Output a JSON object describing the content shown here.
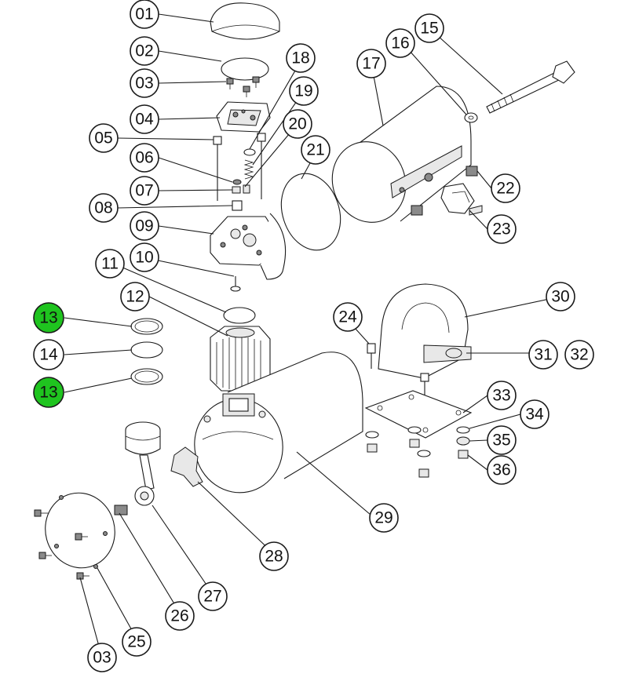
{
  "diagram": {
    "highlight_color": "#1fc41f",
    "callouts": [
      {
        "id": "c01",
        "label": "01"
      },
      {
        "id": "c02",
        "label": "02"
      },
      {
        "id": "c03a",
        "label": "03"
      },
      {
        "id": "c04",
        "label": "04"
      },
      {
        "id": "c05",
        "label": "05"
      },
      {
        "id": "c06",
        "label": "06"
      },
      {
        "id": "c07",
        "label": "07"
      },
      {
        "id": "c08",
        "label": "08"
      },
      {
        "id": "c09",
        "label": "09"
      },
      {
        "id": "c10",
        "label": "10"
      },
      {
        "id": "c11",
        "label": "11"
      },
      {
        "id": "c12",
        "label": "12"
      },
      {
        "id": "c13a",
        "label": "13",
        "highlighted": true
      },
      {
        "id": "c14",
        "label": "14"
      },
      {
        "id": "c13b",
        "label": "13",
        "highlighted": true
      },
      {
        "id": "c15",
        "label": "15"
      },
      {
        "id": "c16",
        "label": "16"
      },
      {
        "id": "c17",
        "label": "17"
      },
      {
        "id": "c18",
        "label": "18"
      },
      {
        "id": "c19",
        "label": "19"
      },
      {
        "id": "c20",
        "label": "20"
      },
      {
        "id": "c21",
        "label": "21"
      },
      {
        "id": "c22",
        "label": "22"
      },
      {
        "id": "c23",
        "label": "23"
      },
      {
        "id": "c24",
        "label": "24"
      },
      {
        "id": "c25",
        "label": "25"
      },
      {
        "id": "c26",
        "label": "26"
      },
      {
        "id": "c27",
        "label": "27"
      },
      {
        "id": "c28",
        "label": "28"
      },
      {
        "id": "c29",
        "label": "29"
      },
      {
        "id": "c30",
        "label": "30"
      },
      {
        "id": "c31",
        "label": "31"
      },
      {
        "id": "c32",
        "label": "32"
      },
      {
        "id": "c33",
        "label": "33"
      },
      {
        "id": "c34",
        "label": "34"
      },
      {
        "id": "c35",
        "label": "35"
      },
      {
        "id": "c36",
        "label": "36"
      },
      {
        "id": "c03b",
        "label": "03"
      }
    ]
  }
}
